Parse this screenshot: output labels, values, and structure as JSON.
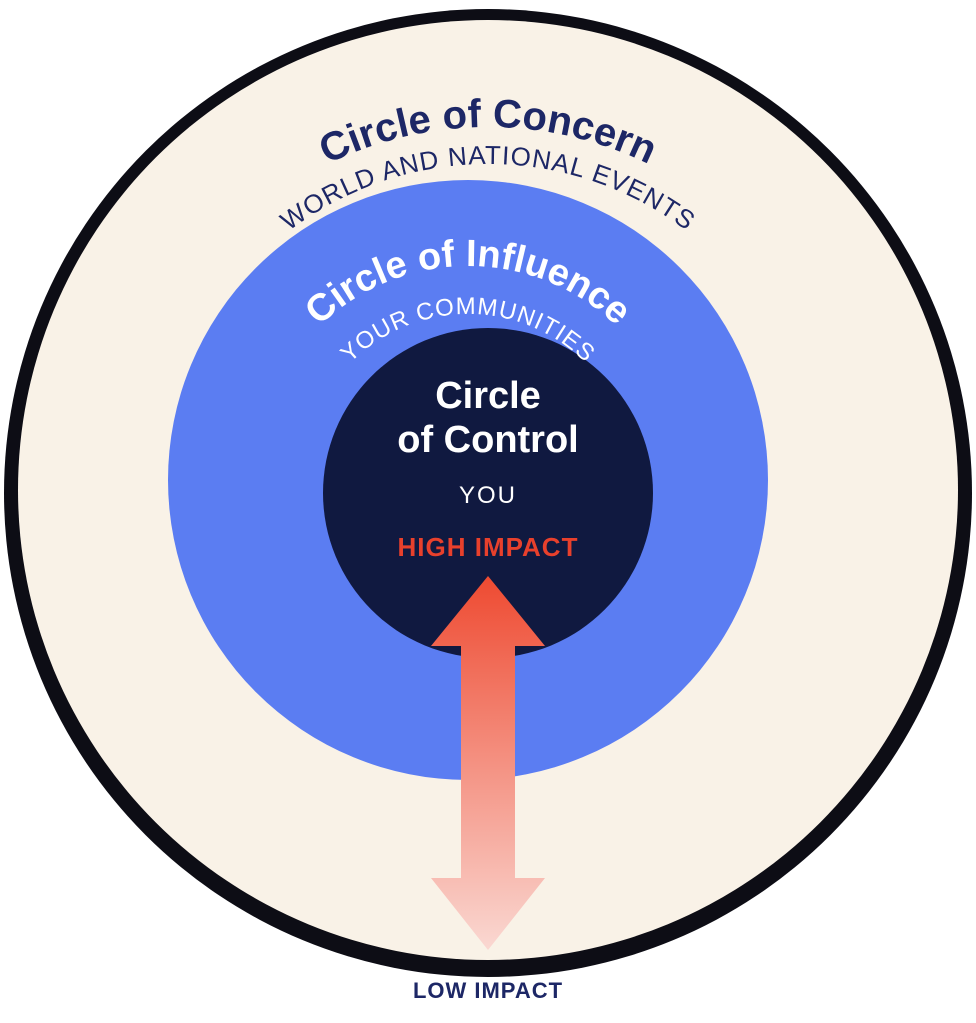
{
  "colors": {
    "outline": "#0d0d15",
    "concern_fill": "#f9f2e7",
    "concern_text": "#1d2766",
    "influence_fill": "#5b7df2",
    "influence_text": "#ffffff",
    "control_fill": "#101940",
    "control_text": "#ffffff",
    "high_impact_text": "#e8402c",
    "arrow_top": "#ee4a31",
    "arrow_bottom": "#fad8d2",
    "low_impact_text": "#1d2766"
  },
  "rings": {
    "concern": {
      "title": "Circle of Concern",
      "subtitle": "WORLD AND NATIONAL EVENTS"
    },
    "influence": {
      "title": "Circle of Influence",
      "subtitle": "YOUR COMMUNITIES"
    },
    "control": {
      "title_lines": [
        "Circle",
        "of Control"
      ],
      "subtitle": "YOU",
      "impact": "HIGH IMPACT"
    }
  },
  "arrow": {
    "label": "LOW IMPACT"
  }
}
